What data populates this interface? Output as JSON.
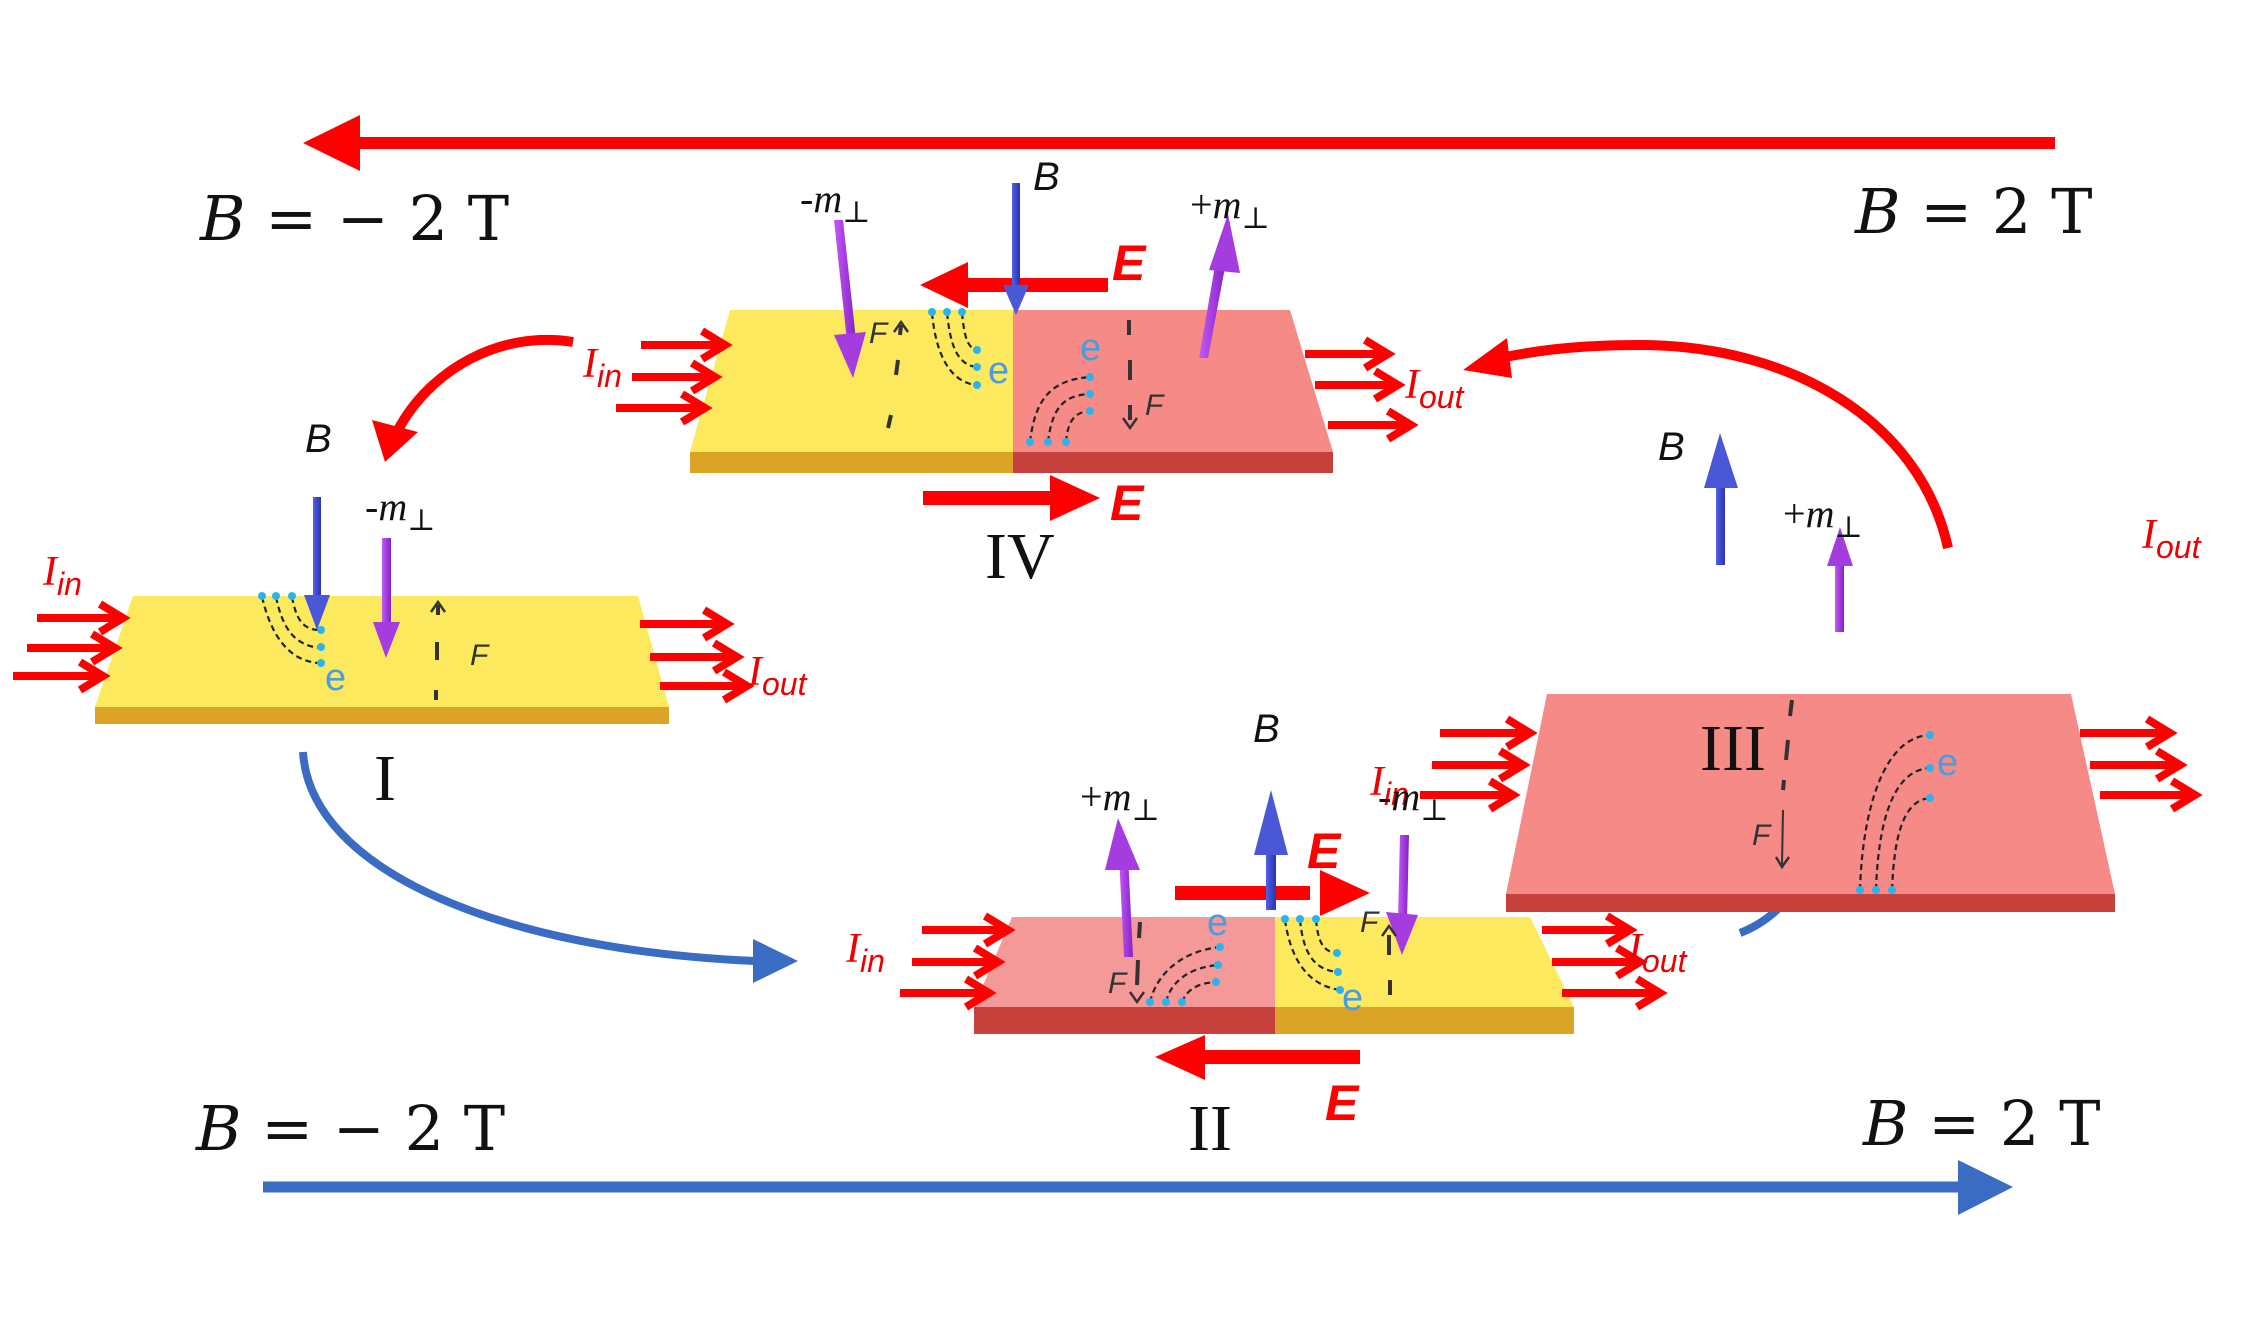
{
  "colors": {
    "field_down_arrow": "#ff0000",
    "field_up_arrow": "#3a6cc4",
    "slab_yellow_top": "#fce95e",
    "slab_yellow_side": "#dca426",
    "slab_red_top": "#f58a86",
    "slab_red_side": "#c7413c",
    "current_arrow": "#ff0000",
    "magnetization_arrow": "#a73be0",
    "field_B_arrow": "#3e4dd1",
    "electron_dot": "#29b4ef",
    "electron_label": "#4a9ee0"
  },
  "sweep": {
    "top": {
      "direction": "decreasing",
      "left_label": "B = − 2 T",
      "right_label": "B = 2 T",
      "left_B": "B",
      "left_eq": " = − 2 T",
      "right_B": "B",
      "right_eq": " = 2 T"
    },
    "bottom": {
      "direction": "increasing",
      "left_label": "B = − 2 T",
      "right_label": "B = 2 T",
      "left_B": "B",
      "left_eq": " = − 2 T",
      "right_B": "B",
      "right_eq": " = 2 T"
    }
  },
  "labels": {
    "B": "B",
    "E": "E",
    "F": "F",
    "e": "e",
    "I": "I",
    "in": "in",
    "out": "out",
    "m": "m",
    "perp": "⊥",
    "plus": "+",
    "minus": "-"
  },
  "stages": [
    {
      "id": "I",
      "label": "I",
      "B_direction": "down",
      "domains": [
        {
          "color": "yellow",
          "m": "-m⊥"
        }
      ]
    },
    {
      "id": "II",
      "label": "II",
      "B_direction": "up",
      "domains": [
        {
          "color": "red",
          "m": "+m⊥"
        },
        {
          "color": "yellow",
          "m": "-m⊥"
        }
      ],
      "E_top": "right",
      "E_bottom": "left"
    },
    {
      "id": "III",
      "label": "III",
      "B_direction": "up",
      "domains": [
        {
          "color": "red",
          "m": "+m⊥"
        }
      ]
    },
    {
      "id": "IV",
      "label": "IV",
      "B_direction": "down",
      "domains": [
        {
          "color": "yellow",
          "m": "-m⊥"
        },
        {
          "color": "red",
          "m": "+m⊥"
        }
      ],
      "E_top": "left",
      "E_bottom": "right"
    }
  ],
  "transitions": [
    {
      "from": "I",
      "to": "II",
      "color": "blue"
    },
    {
      "from": "II",
      "to": "III",
      "color": "blue"
    },
    {
      "from": "III",
      "to": "IV",
      "color": "red"
    },
    {
      "from": "IV",
      "to": "I",
      "color": "red"
    }
  ]
}
